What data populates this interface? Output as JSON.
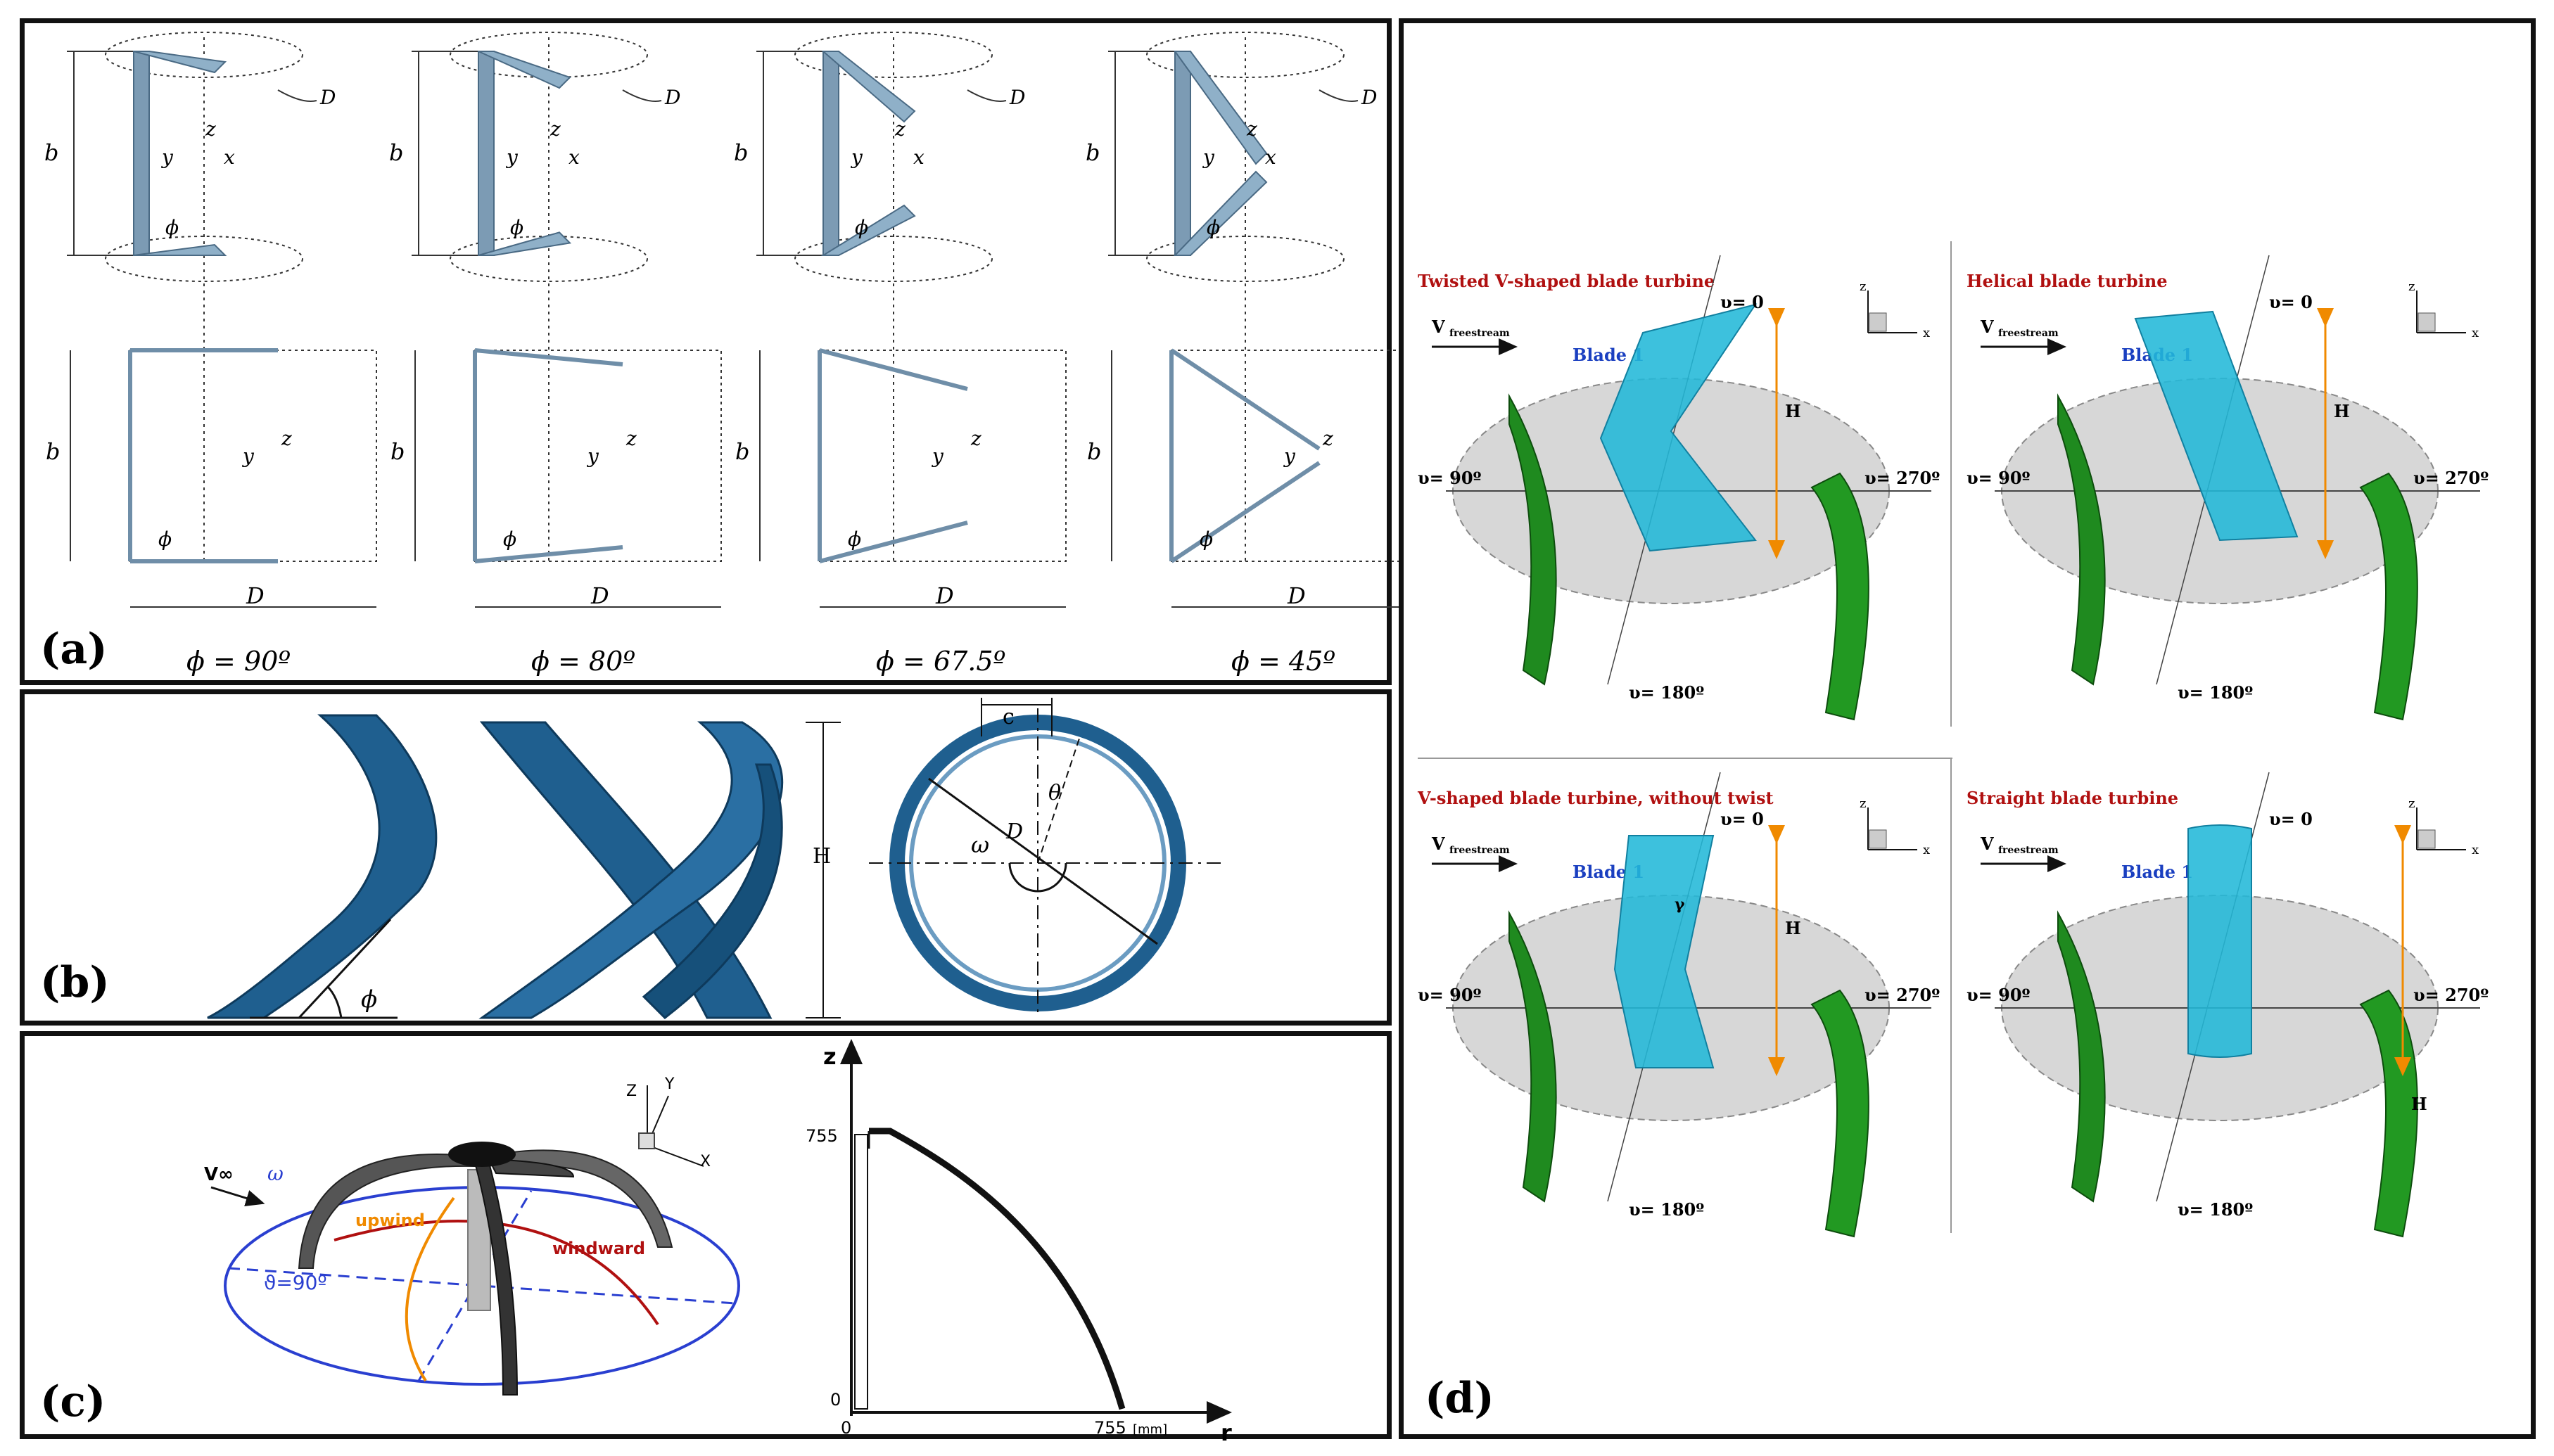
{
  "panel_a": {
    "label": "(a)",
    "columns": [
      {
        "phi_label": "ϕ = 90º"
      },
      {
        "phi_label": "ϕ = 80º"
      },
      {
        "phi_label": "ϕ = 67.5º"
      },
      {
        "phi_label": "ϕ = 45º"
      }
    ],
    "dim_b": "b",
    "dim_D": "D",
    "angle": "ϕ",
    "axis_y": "y",
    "axis_z": "z",
    "axis_x": "x"
  },
  "panel_b": {
    "label": "(b)",
    "dim_c": "c",
    "dim_H": "H",
    "dim_D": "D",
    "angle_phi": "ϕ",
    "angle_theta": "θ",
    "omega": "ω"
  },
  "panel_c": {
    "label": "(c)",
    "v_inf": "V∞",
    "omega": "ω",
    "upwind": "upwind",
    "windward": "windward",
    "theta": "ϑ=90º",
    "triad": {
      "z": "Z",
      "y": "Y",
      "x": "X"
    },
    "profile": {
      "z_label": "z",
      "r_label": "r",
      "top_tick": "755",
      "zero_y": "0",
      "zero_x": "0",
      "right_tick": "755",
      "unit": "[mm]"
    }
  },
  "panel_d": {
    "label": "(d)",
    "cells": [
      {
        "title": "Twisted V-shaped blade turbine",
        "blade": "Blade 1",
        "v": "V",
        "v_sub": "freestream",
        "u0": "υ= 0",
        "u90": "υ= 90º",
        "u180": "υ= 180º",
        "u270": "υ= 270º",
        "H": "H"
      },
      {
        "title": "Helical blade turbine",
        "blade": "Blade 1",
        "v": "V",
        "v_sub": "freestream",
        "u0": "υ= 0",
        "u90": "υ= 90º",
        "u180": "υ= 180º",
        "u270": "υ= 270º",
        "H": "H"
      },
      {
        "title": "V-shaped blade turbine, without twist",
        "blade": "Blade 1",
        "v": "V",
        "v_sub": "freestream",
        "u0": "υ= 0",
        "u90": "υ= 90º",
        "u180": "υ= 180º",
        "u270": "υ= 270º",
        "H": "H",
        "gamma": "γ"
      },
      {
        "title": "Straight blade turbine",
        "blade": "Blade 1",
        "v": "V",
        "v_sub": "freestream",
        "u0": "υ= 0",
        "u90": "υ= 90º",
        "u180": "υ= 180º",
        "u270": "υ= 270º",
        "H": "H"
      }
    ],
    "triad": {
      "z": "z",
      "x": "x"
    }
  }
}
